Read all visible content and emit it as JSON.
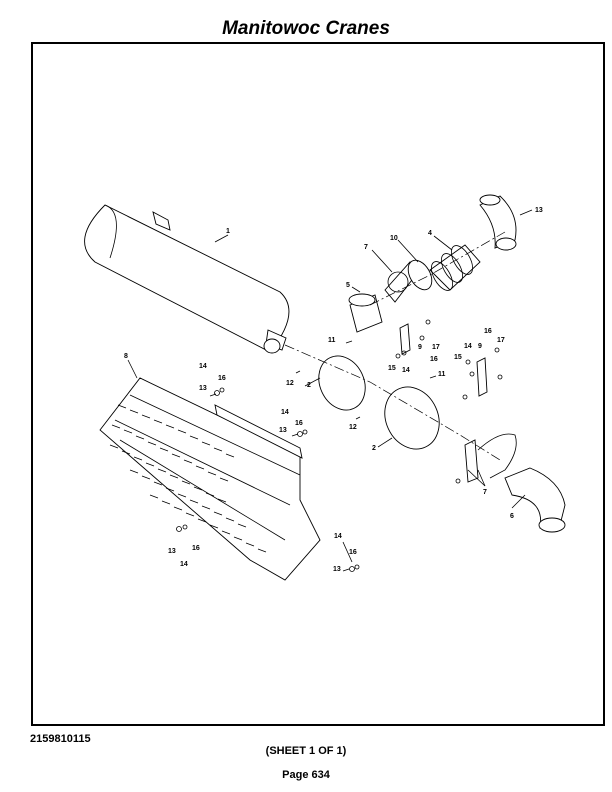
{
  "header": {
    "title": "Manitowoc Cranes"
  },
  "footer": {
    "doc_number": "2159810115",
    "sheet": "(SHEET 1 OF 1)",
    "page": "Page 634"
  },
  "callouts": {
    "c1": "1",
    "c13a": "13",
    "c7a": "7",
    "c10": "10",
    "c4": "4",
    "c5": "5",
    "c8": "8",
    "c11a": "11",
    "c9a": "9",
    "c17a": "17",
    "c16a": "16",
    "c15a": "15",
    "c14a": "14",
    "c16b": "16",
    "c14b": "14",
    "c9b": "9",
    "c17b": "17",
    "c15b": "15",
    "c11b": "11",
    "c12a": "12",
    "c2a": "2",
    "c14c": "14",
    "c16c": "16",
    "c13b": "13",
    "c14d": "14",
    "c16d": "16",
    "c13c": "13",
    "c12b": "12",
    "c2b": "2",
    "c7b": "7",
    "c6": "6",
    "c13d": "13",
    "c16e": "16",
    "c14e": "14",
    "c14f": "14",
    "c16f": "16",
    "c13e": "13"
  }
}
